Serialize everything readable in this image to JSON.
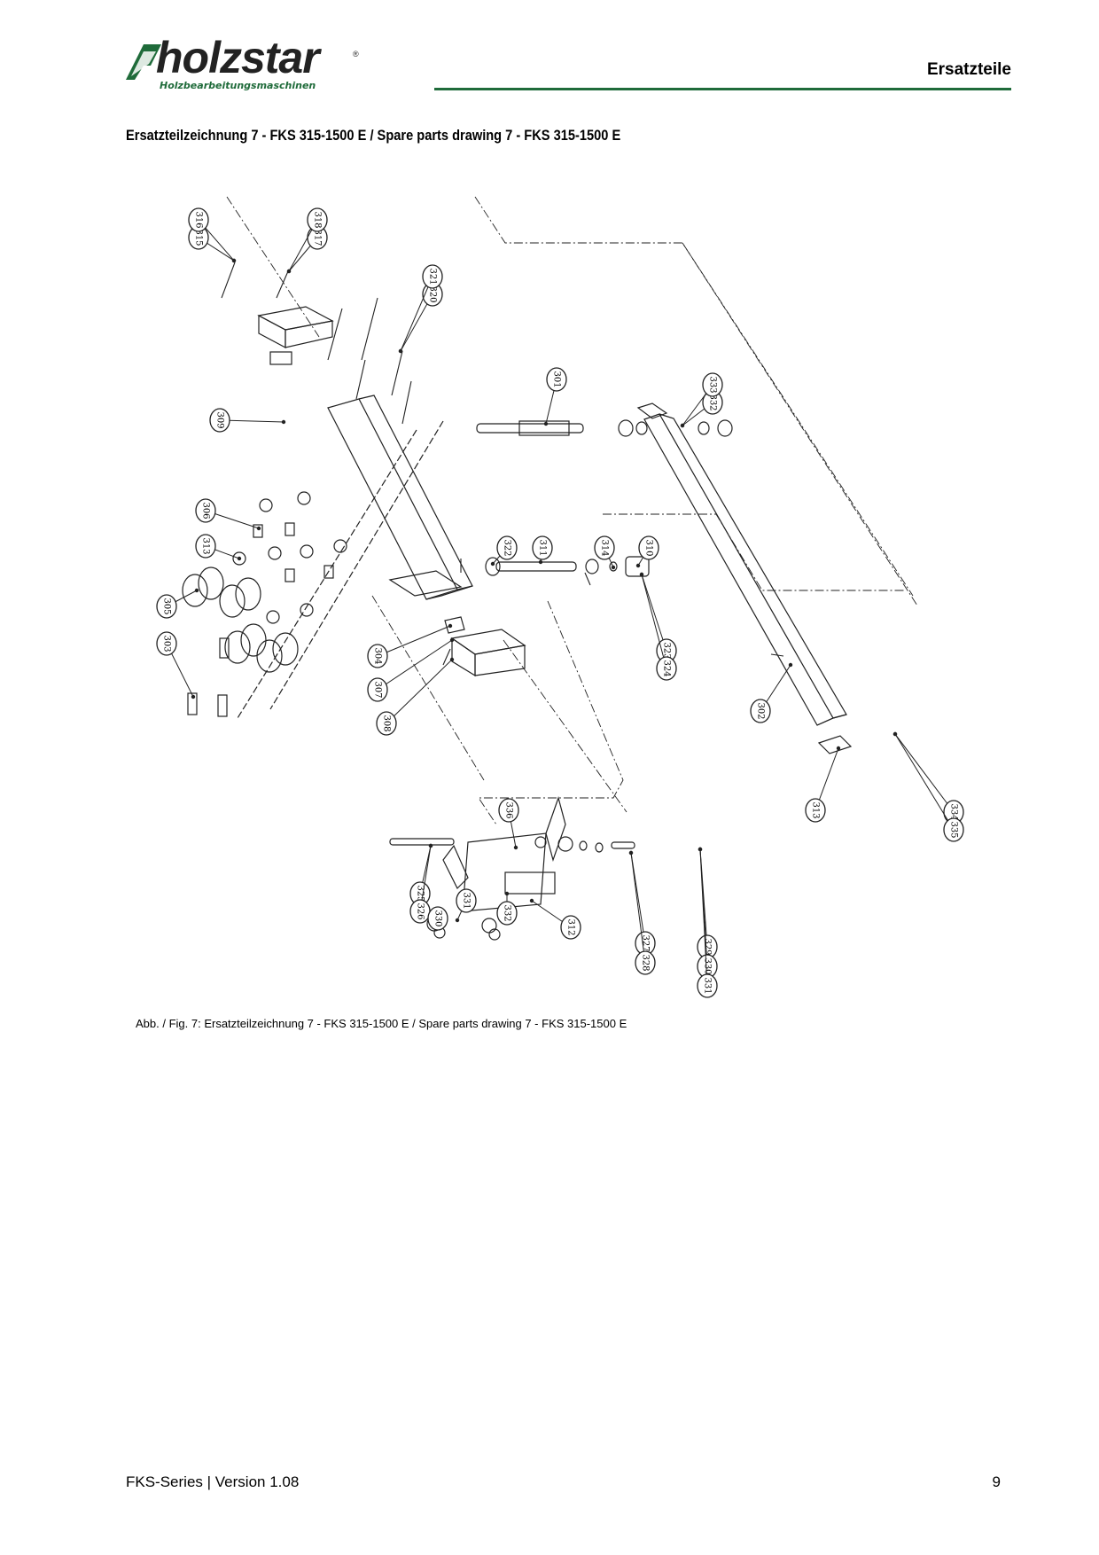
{
  "header": {
    "brand": "holzstar",
    "brand_sub": "Holzbearbeitungsmaschinen",
    "registered": "®",
    "title": "Ersatzteile"
  },
  "section_title": "Ersatzteilzeichnung 7 - FKS 315-1500 E / Spare parts drawing 7 - FKS 315-1500 E",
  "drawing": {
    "callouts": [
      {
        "label": "315"
      },
      {
        "label": "316"
      },
      {
        "label": "317"
      },
      {
        "label": "318"
      },
      {
        "label": "320"
      },
      {
        "label": "321"
      },
      {
        "label": "301"
      },
      {
        "label": "332"
      },
      {
        "label": "333"
      },
      {
        "label": "309"
      },
      {
        "label": "306"
      },
      {
        "label": "313"
      },
      {
        "label": "305"
      },
      {
        "label": "303"
      },
      {
        "label": "322"
      },
      {
        "label": "311"
      },
      {
        "label": "314"
      },
      {
        "label": "310"
      },
      {
        "label": "323"
      },
      {
        "label": "324"
      },
      {
        "label": "304"
      },
      {
        "label": "307"
      },
      {
        "label": "308"
      },
      {
        "label": "302"
      },
      {
        "label": "313"
      },
      {
        "label": "334"
      },
      {
        "label": "335"
      },
      {
        "label": "336"
      },
      {
        "label": "325"
      },
      {
        "label": "326"
      },
      {
        "label": "330"
      },
      {
        "label": "331"
      },
      {
        "label": "332"
      },
      {
        "label": "312"
      },
      {
        "label": "327"
      },
      {
        "label": "328"
      },
      {
        "label": "329"
      },
      {
        "label": "330"
      },
      {
        "label": "331"
      }
    ]
  },
  "caption": "Abb. / Fig. 7: Ersatzteilzeichnung 7 - FKS 315-1500 E / Spare parts drawing 7 - FKS 315-1500 E",
  "footer": {
    "left": "FKS-Series | Version 1.08",
    "page_number": "9"
  },
  "colors": {
    "brand_green": "#1f6b3a",
    "text": "#000000"
  }
}
